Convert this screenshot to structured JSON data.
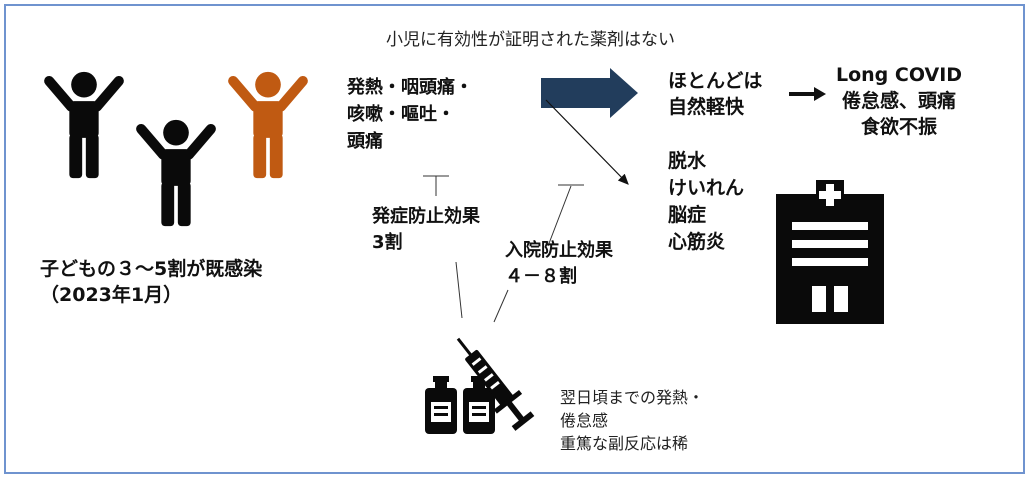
{
  "note_top": "小児に有効性が証明された薬剤はない",
  "children_caption": [
    "子どもの３～5割が既感染",
    "（2023年1月）"
  ],
  "symptoms": [
    "発熱・咽頭痛・",
    "咳嗽・嘔吐・",
    "頭痛"
  ],
  "mild_outcome": [
    "ほとんどは",
    "自然軽快"
  ],
  "long_covid": [
    "Long COVID",
    "倦怠感、頭痛",
    "食欲不振"
  ],
  "severe": [
    "脱水",
    "けいれん",
    "脳症",
    "心筋炎"
  ],
  "onset_prevention": [
    "発症防止効果",
    "3割"
  ],
  "hospital_prevention": [
    "入院防止効果",
    "４－８割"
  ],
  "vaccine_side_effects": [
    "翌日頃までの発熱・",
    "倦怠感",
    "重篤な副反応は稀"
  ],
  "colors": {
    "border": "#6f93cf",
    "child_black": "#0a0a0a",
    "child_orange": "#c05a12",
    "big_arrow": "#223d5c"
  },
  "icons": [
    "child-figure-icon",
    "hospital-icon",
    "vaccine-vial-icon",
    "syringe-icon",
    "arrow-right-icon"
  ]
}
